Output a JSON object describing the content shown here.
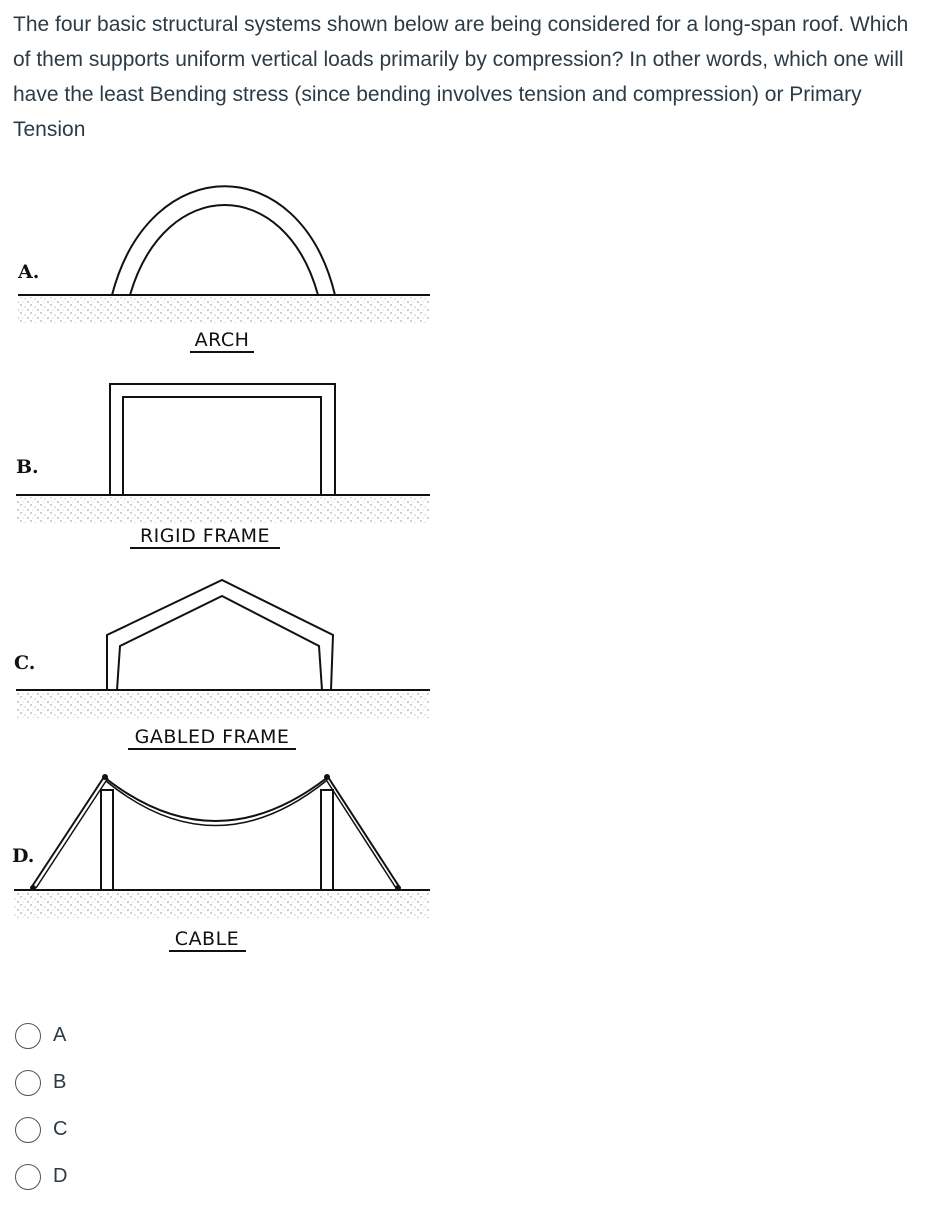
{
  "question": {
    "text": "The four basic structural systems shown below are being considered for a long-span roof. Which of them supports uniform vertical loads primarily by compression? In other words, which one will have the least Bending stress  (since bending involves tension and compression) or Primary Tension"
  },
  "figure": {
    "systems": [
      {
        "letter": "A.",
        "name": "ARCH"
      },
      {
        "letter": "B.",
        "name": "RIGID FRAME"
      },
      {
        "letter": "C.",
        "name": "GABLED FRAME"
      },
      {
        "letter": "D.",
        "name": "CABLE"
      }
    ]
  },
  "options": [
    {
      "label": "A"
    },
    {
      "label": "B"
    },
    {
      "label": "C"
    },
    {
      "label": "D"
    }
  ]
}
